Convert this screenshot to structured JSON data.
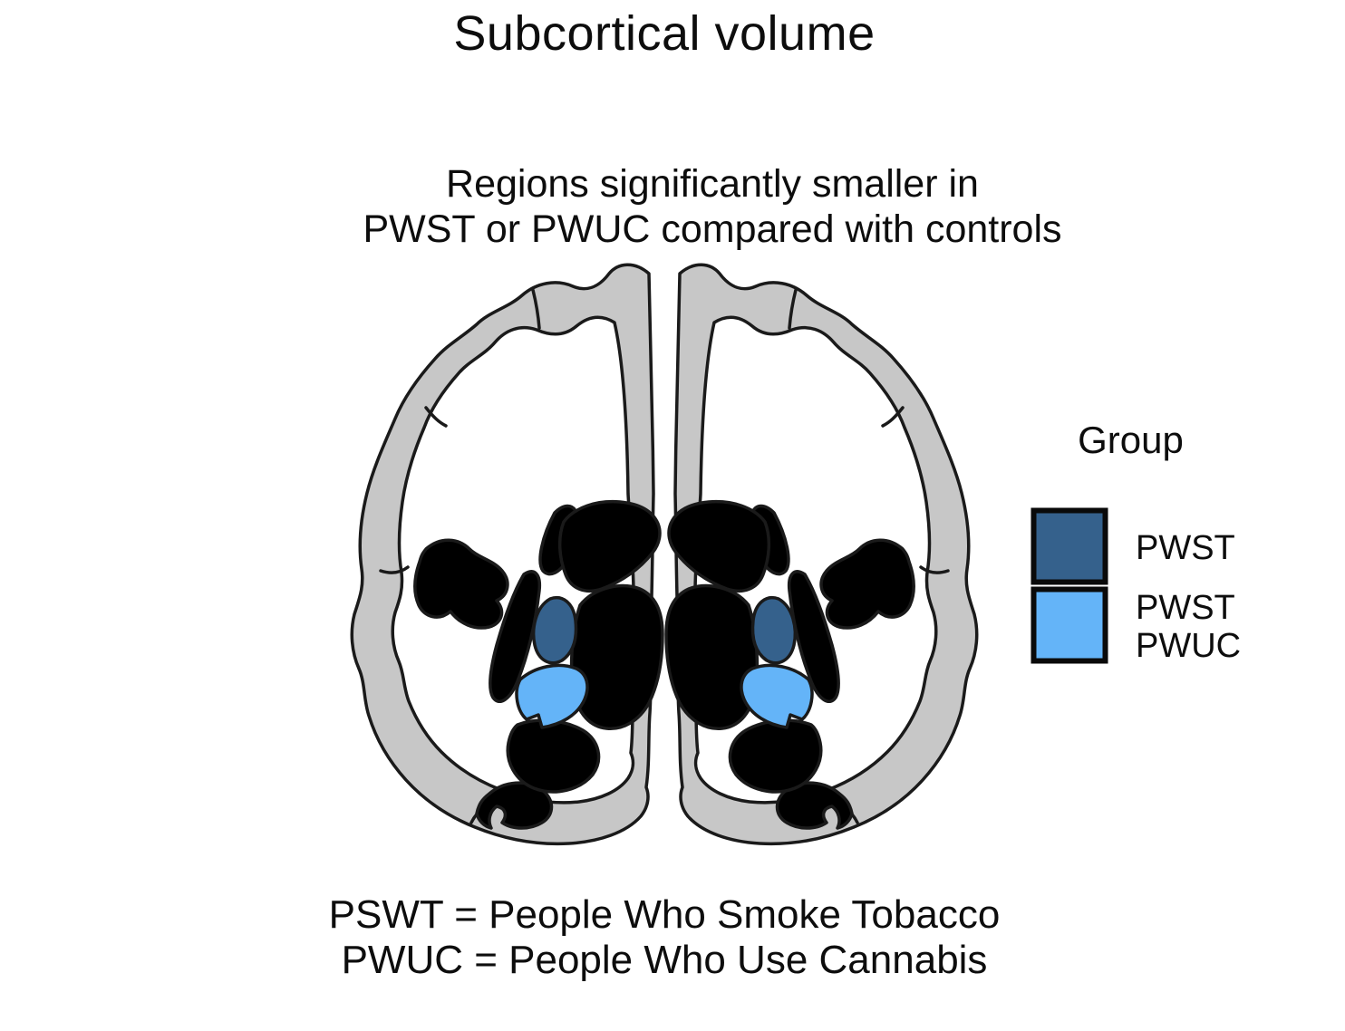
{
  "title": "Subcortical volume",
  "subtitle": {
    "line1": "Regions significantly smaller in",
    "line2": "PWST or PWUC compared with controls"
  },
  "brain_figure": {
    "description": "Coronal brain slice illustration; two bilateral subcortical regions are highlighted, one in dark blue (PWST) and one in light blue (PWST and PWUC)",
    "colors": {
      "background": "#FFFFFF",
      "brain_gray": "#C7C7C7",
      "outline": "#1A1A1A",
      "pwst_dark_blue": "#35618C",
      "pwst_pwuc_light_blue": "#64B4F8"
    },
    "highlighted_regions": [
      {
        "color_name": "dark blue",
        "group": "PWST",
        "location": "bilateral, upper highlighted region"
      },
      {
        "color_name": "light blue",
        "group": "PWST PWUC",
        "location": "bilateral, lower highlighted region"
      }
    ]
  },
  "legend": {
    "title": "Group",
    "items": [
      {
        "label_lines": [
          "PWST"
        ],
        "color": "#35618C"
      },
      {
        "label_lines": [
          "PWST",
          "PWUC"
        ],
        "color": "#64B4F8"
      }
    ]
  },
  "footnote": {
    "line1": "PSWT = People Who Smoke Tobacco",
    "line2": "PWUC = People Who Use Cannabis"
  }
}
